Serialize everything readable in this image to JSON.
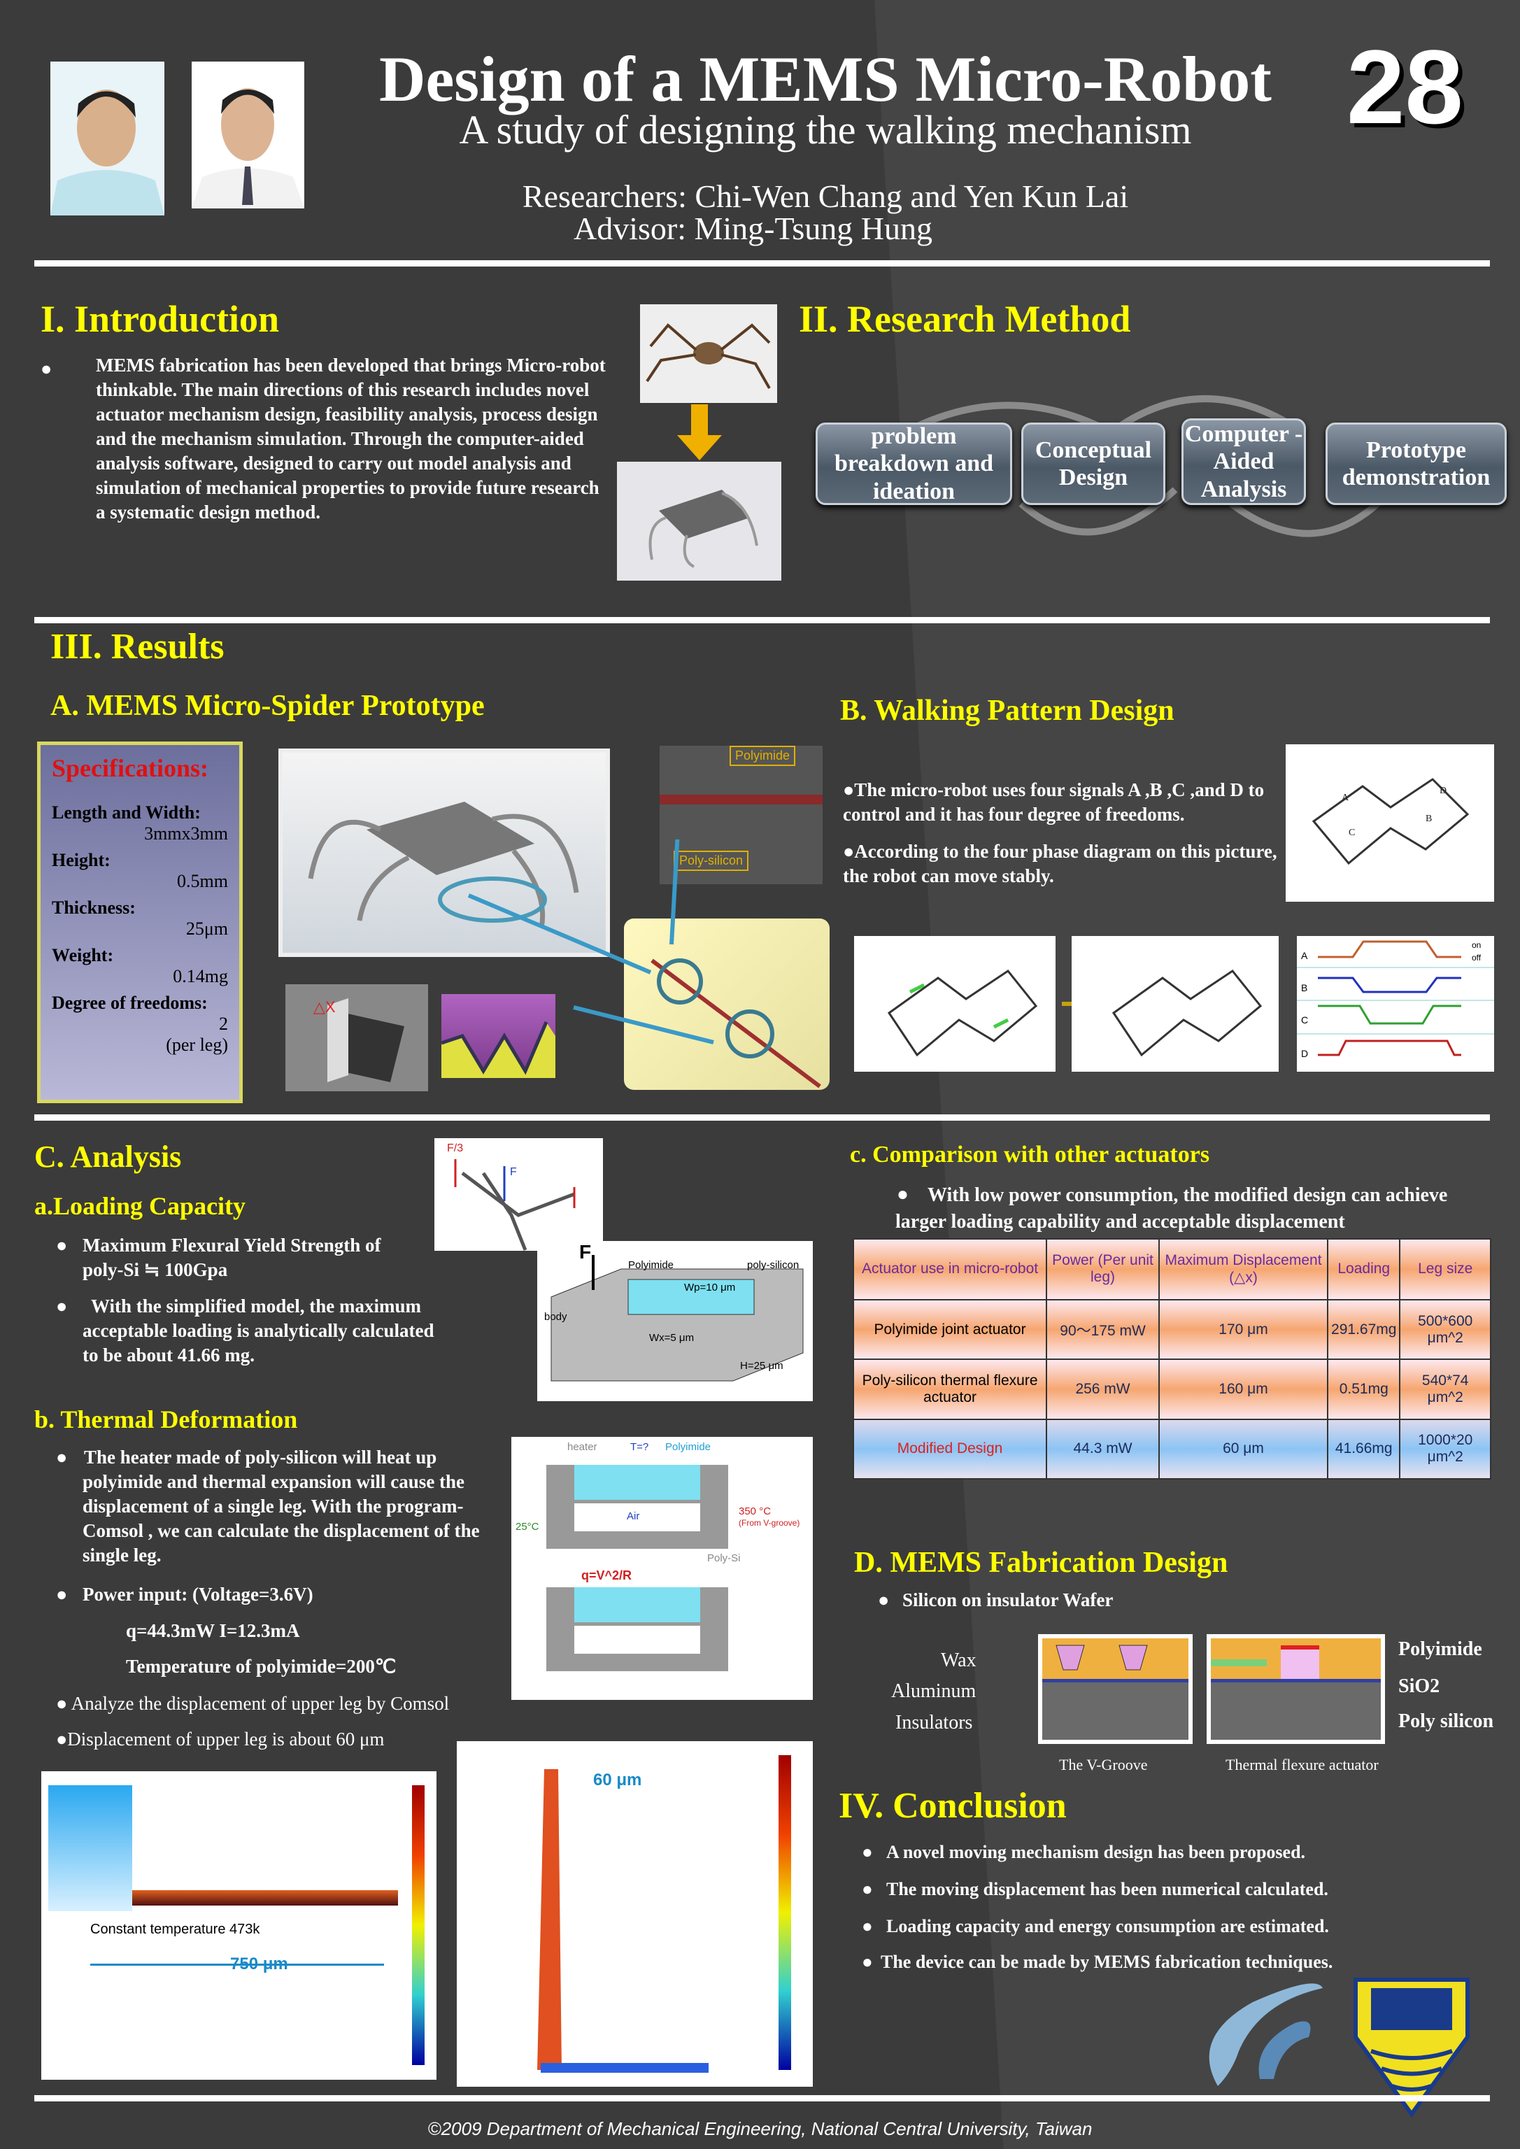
{
  "header": {
    "title": "Design of a MEMS Micro-Robot",
    "subtitle": "A  study of designing the walking mechanism",
    "researchers": "Researchers:  Chi-Wen Chang and Yen Kun Lai",
    "advisor": "Advisor:  Ming-Tsung Hung",
    "number": "28"
  },
  "intro": {
    "heading": "I.    Introduction",
    "bullet": "●",
    "text": "MEMS fabrication has been developed that brings Micro-robot thinkable. The main directions of this research includes novel actuator mechanism design, feasibility analysis, process design and the mechanism simulation. Through the computer-aided analysis software, designed to carry out model analysis and simulation of mechanical properties to provide future research a systematic design method."
  },
  "method": {
    "heading": "II. Research Method",
    "steps": [
      "problem breakdown and ideation",
      "Conceptual Design",
      "Computer -Aided Analysis",
      "Prototype demonstration"
    ]
  },
  "results": {
    "heading": "III. Results",
    "a": {
      "heading": "A. MEMS Micro-Spider Prototype",
      "specs_title": "Specifications:",
      "specs": [
        {
          "k": "Length and Width:",
          "v": "3mmx3mm"
        },
        {
          "k": "Height:",
          "v": "0.5mm"
        },
        {
          "k": "Thickness:",
          "v": "25μm"
        },
        {
          "k": "Weight:",
          "v": "0.14mg"
        },
        {
          "k": "Degree of freedoms:",
          "v": "2"
        }
      ],
      "specs_note": "(per leg)",
      "labels": {
        "polyimide": "Polyimide",
        "polysilicon": "Poly-silicon",
        "dx": "△X"
      }
    },
    "b": {
      "heading": "B.  Walking Pattern Design",
      "p1": "●The micro-robot uses four signals A ,B ,C ,and D to control and it has four degree of freedoms.",
      "p2": "●According to the four phase diagram on this picture, the robot can move stably.",
      "signals": [
        "A",
        "B",
        "C",
        "D"
      ],
      "on": "on",
      "off": "off"
    }
  },
  "analysis": {
    "heading": "C. Analysis",
    "a_heading": "a.Loading Capacity",
    "a_bullets": [
      "Maximum Flexural Yield Strength  of poly-Si ≒ 100Gpa",
      "With the simplified model, the maximum acceptable loading is analytically calculated to be about 41.66 mg."
    ],
    "fig_labels": {
      "f3": "F/3",
      "f": "F",
      "body": "body",
      "polyimide": "Polyimide",
      "polysilicon": "poly-silicon",
      "wp": "Wp=10 μm",
      "wx": "Wx=5 μm",
      "h": "H=25 μm"
    },
    "b_heading": "b. Thermal Deformation",
    "b_text": "The heater made of poly-silicon will heat up polyimide  and thermal expansion will cause the displacement of a single leg. With the program-Comsol , we can calculate the displacement of the single leg.",
    "power": "Power input: (Voltage=3.6V)",
    "q": "q=44.3mW     I=12.3mA",
    "temp": "Temperature of polyimide=200℃",
    "analyze": "● Analyze the displacement of upper leg by Comsol",
    "disp": "●Displacement of upper leg is about 60 μm",
    "thermal_labels": {
      "heater": "heater",
      "t": "T=?",
      "polyimide": "Polyimide",
      "hot": "350 °C",
      "hot_note": "(From V-groove)",
      "cold": "25°C",
      "air": "Air",
      "polysi": "Poly-Si",
      "q": "q=V^2/R"
    },
    "sim": {
      "const": "Constant temperature 473k",
      "len": "750 μm",
      "disp": "60 μm"
    }
  },
  "comparison": {
    "heading": "c. Comparison with other actuators",
    "text": "With low power consumption, the modified design can achieve larger loading capability and acceptable displacement",
    "columns": [
      "Actuator use in micro-robot",
      "Power (Per unit leg)",
      "Maximum Displacement (△x)",
      "Loading",
      "Leg size"
    ],
    "rows": [
      [
        "Polyimide joint actuator",
        "90～175 mW",
        "170 μm",
        "291.67mg",
        "500*600 μm^2"
      ],
      [
        "Poly-silicon thermal flexure actuator",
        "256 mW",
        "160 μm",
        "0.51mg",
        "540*74 μm^2"
      ],
      [
        "Modified Design",
        "44.3 mW",
        "60 μm",
        "41.66mg",
        "1000*20 μm^2"
      ]
    ]
  },
  "fabrication": {
    "heading": "D. MEMS Fabrication Design",
    "bullet": "Silicon on insulator Wafer",
    "left_labels": [
      "Wax",
      "Aluminum",
      "Insulators"
    ],
    "right_labels": [
      "Polyimide",
      "SiO2",
      "Poly silicon"
    ],
    "captions": [
      "The V-Groove",
      "Thermal flexure actuator"
    ]
  },
  "conclusion": {
    "heading": "IV. Conclusion",
    "items": [
      "A novel moving mechanism design has been proposed.",
      "The moving displacement has been numerical calculated.",
      "Loading capacity and energy consumption are estimated.",
      "The device can be made by MEMS fabrication  techniques."
    ]
  },
  "footer": "©2009 Department of Mechanical Engineering, National Central University, Taiwan",
  "colors": {
    "bg": "#3b3b3b",
    "heading": "#ffff00",
    "red": "#e02020"
  }
}
